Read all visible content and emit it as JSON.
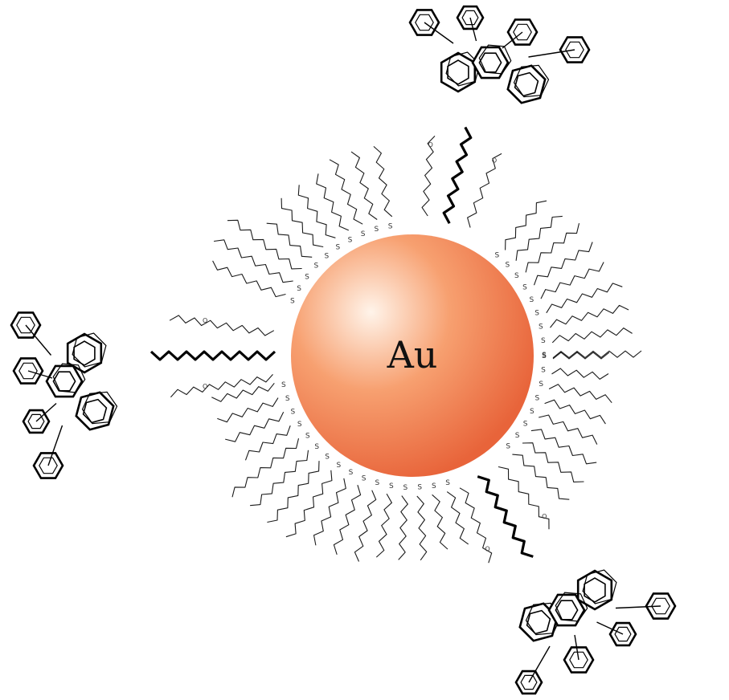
{
  "nanoparticle": {
    "core_label": "Au",
    "core_colors": {
      "highlight": "#fff4ea",
      "mid": "#f7a070",
      "edge": "#e8643a"
    }
  },
  "ligands": {
    "anchor_atom": "S",
    "ester_atom": "O"
  },
  "clusters": [
    {
      "name": "top"
    },
    {
      "name": "left"
    },
    {
      "name": "bottom-right"
    }
  ]
}
